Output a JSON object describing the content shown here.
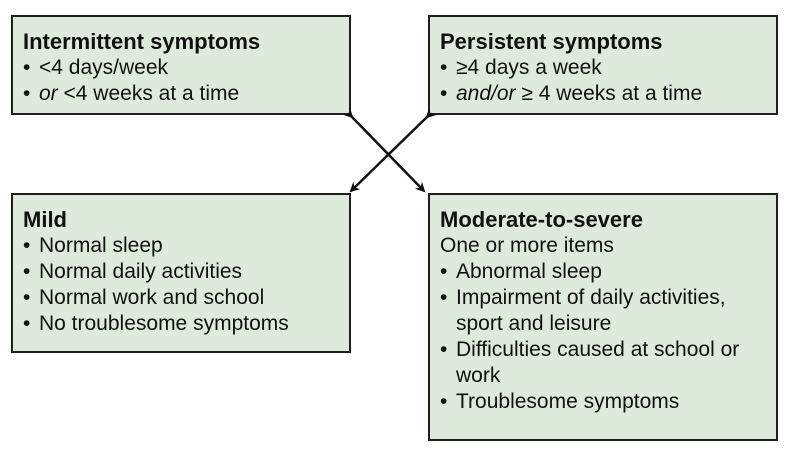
{
  "boxes": {
    "intermittent": {
      "title": "Intermittent symptoms",
      "item1": "<4 days/week",
      "item2_prefix": "or",
      "item2_rest": " <4 weeks at a time"
    },
    "persistent": {
      "title": "Persistent symptoms",
      "item1": "≥4 days a week",
      "item2_prefix": "and/or",
      "item2_rest": " ≥ 4 weeks at a time"
    },
    "mild": {
      "title": "Mild",
      "items": [
        "Normal sleep",
        "Normal daily activities",
        "Normal work and school",
        "No troublesome symptoms"
      ]
    },
    "moderate": {
      "title": "Moderate-to-severe",
      "subtitle": "One or more items",
      "items": [
        "Abnormal sleep",
        "Impairment of daily activities, sport and leisure",
        "Difficulties caused at school or work",
        "Troublesome symptoms"
      ]
    }
  },
  "colors": {
    "box_fill": "#deeadb",
    "border": "#1e1e1e",
    "arrow": "#111111"
  }
}
